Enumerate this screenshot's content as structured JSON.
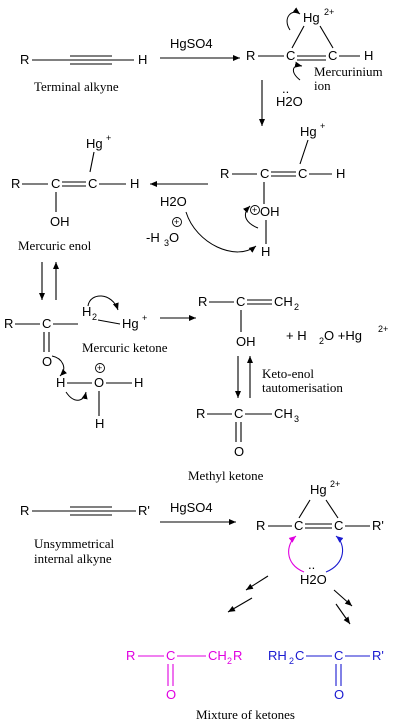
{
  "labels": {
    "R": "R",
    "H": "H",
    "Rp": "R'",
    "Hg2": "Hg",
    "Hg2_sup": "2+",
    "Hg1": "Hg",
    "Hg1_sup": "+",
    "C": "C",
    "O": "O",
    "OH": "OH",
    "H2O": "H2O",
    "H2": "H",
    "H2_sub": "2",
    "CH2": "CH",
    "CH2_sub": "2",
    "CH3": "CH",
    "CH3_sub": "3",
    "RH2C": "RH",
    "RH2C_sub": "2",
    "RH2C_C": "C",
    "CH2R": "CH",
    "CH2R_sub": "2",
    "CH2R_R": "R",
    "minusH3O": "-H",
    "minusH3O_sub": "3",
    "minusH3O_O": "O",
    "plus": "+",
    "dots": "..",
    "plusH2O": "+  H",
    "plusH2O_sub": "2",
    "plusH2O_O": "O  +Hg",
    "plusH2O_sup": "2+"
  },
  "reagents": {
    "hgso4_1": "HgSO4",
    "hgso4_2": "HgSO4"
  },
  "captions": {
    "terminal_alkyne": "Terminal alkyne",
    "mercurinium_1": "Mercurinium",
    "mercurinium_2": "ion",
    "mercuric_enol": "Mercuric enol",
    "mercuric_ketone": "Mercuric ketone",
    "keto_enol_1": "Keto-enol",
    "keto_enol_2": "tautomerisation",
    "methyl_ketone": "Methyl ketone",
    "unsym_1": "Unsymmetrical",
    "unsym_2": "internal alkyne",
    "mixture": "Mixture of ketones"
  },
  "colors": {
    "pink": "#e000e0",
    "blue": "#1a1ad0",
    "black": "#000000"
  }
}
